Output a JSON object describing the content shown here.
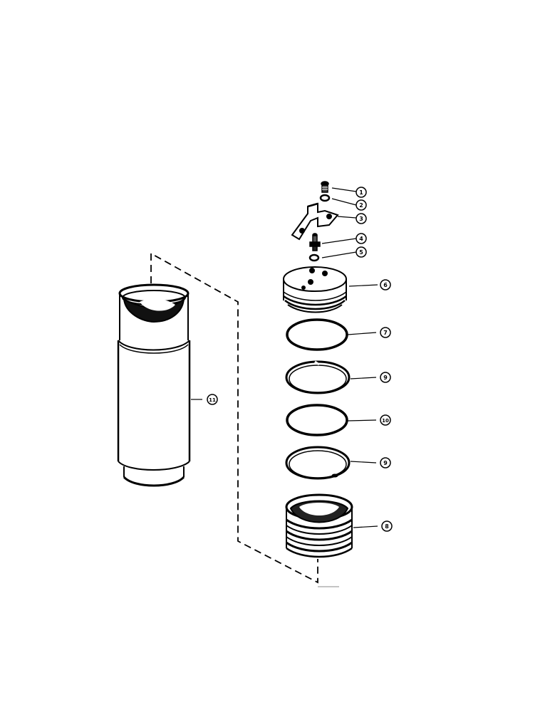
{
  "diagram": {
    "callouts": [
      {
        "id": "c1",
        "text": "1"
      },
      {
        "id": "c2",
        "text": "2"
      },
      {
        "id": "c3",
        "text": "3"
      },
      {
        "id": "c4",
        "text": "4"
      },
      {
        "id": "c5",
        "text": "5"
      },
      {
        "id": "c6",
        "text": "6"
      },
      {
        "id": "c7",
        "text": "7"
      },
      {
        "id": "c9a",
        "text": "9"
      },
      {
        "id": "c10",
        "text": "10"
      },
      {
        "id": "c9b",
        "text": "9"
      },
      {
        "id": "c8",
        "text": "8"
      },
      {
        "id": "c11",
        "text": "11"
      }
    ],
    "colors": {
      "ink": "#000000",
      "background": "#ffffff"
    }
  }
}
